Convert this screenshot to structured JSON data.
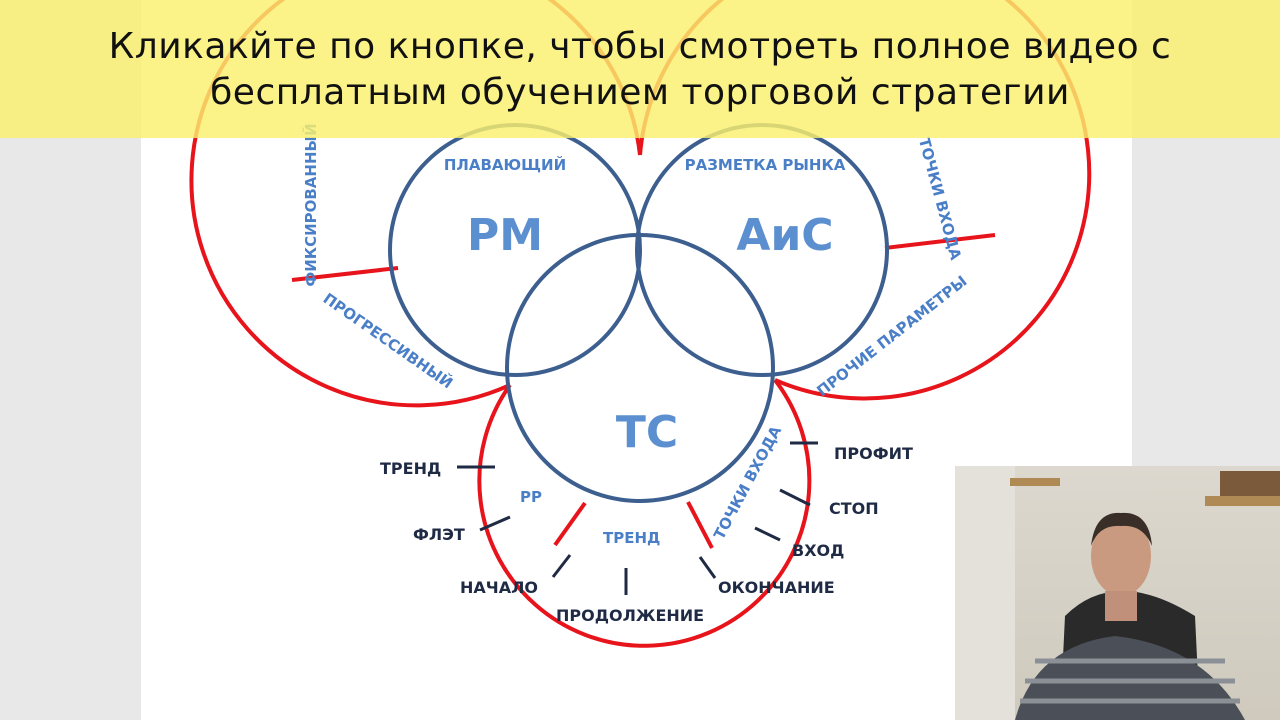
{
  "banner": {
    "line1": "Кликакйте по кнопке, чтобы смотреть полное видео с",
    "line2": "бесплатным обучением торговой стратегии"
  },
  "diagram": {
    "circles": {
      "rm": "РМ",
      "ais": "АиС",
      "ts": "ТС"
    },
    "arc_labels": {
      "fixed": "ФИКСИРОВАННЫЙ",
      "floating": "ПЛАВАЮЩИЙ",
      "progressive": "ПРОГРЕССИВНЫЙ",
      "market": "РАЗМЕТКА РЫНКА",
      "entry_points_top": "ТОЧКИ ВХОДА",
      "other_params": "ПРОЧИЕ ПАРАМЕТРЫ",
      "rr": "РР",
      "trend_inner": "ТРЕНД",
      "entry_points_inner": "ТОЧКИ ВХОДА"
    },
    "outer_labels": {
      "trend": "ТРЕНД",
      "flat": "ФЛЭТ",
      "start": "НАЧАЛО",
      "continuation": "ПРОДОЛЖЕНИЕ",
      "end": "ОКОНЧАНИЕ",
      "entry": "ВХОД",
      "stop": "СТОП",
      "profit": "ПРОФИТ"
    },
    "colors": {
      "circle": "#3d5f8f",
      "arc": "#e8141c",
      "text": "#4a7fc8"
    }
  }
}
